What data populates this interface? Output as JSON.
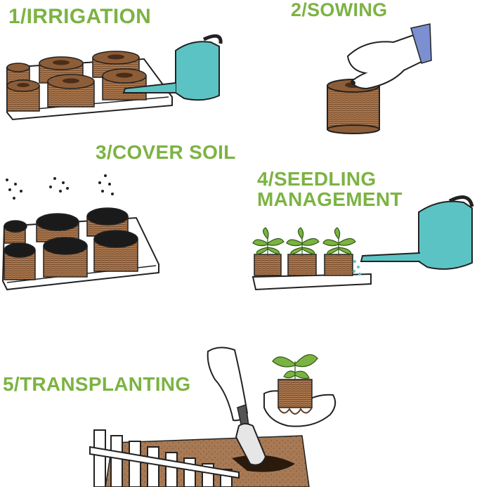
{
  "colors": {
    "accent": "#7cb342",
    "peat": "#b07b4f",
    "peat_dark": "#5c3a22",
    "can": "#5cc3c4",
    "leaf": "#7bb241",
    "outline": "#222222"
  },
  "steps": {
    "irrigation": {
      "title": "1/IRRIGATION"
    },
    "sowing": {
      "title": "2/SOWING"
    },
    "cover_soil": {
      "title": "3/COVER SOIL"
    },
    "seedling_management": {
      "title_line1": "4/SEEDLING",
      "title_line2": "MANAGEMENT"
    },
    "transplanting": {
      "title": "5/TRANSPLANTING"
    }
  },
  "icons": [
    "tray-icon",
    "peat-pellet-icon",
    "watering-can-icon",
    "hand-icon",
    "seed-icon",
    "seedling-icon",
    "trowel-icon",
    "fence-icon"
  ]
}
